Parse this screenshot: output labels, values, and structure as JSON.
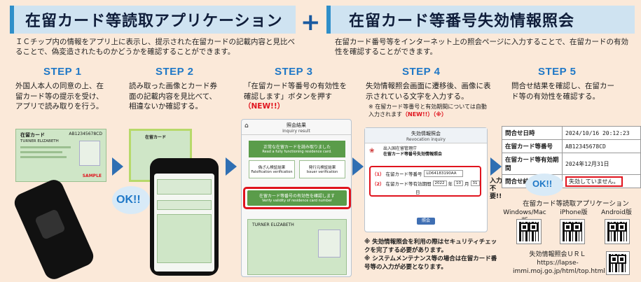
{
  "header": {
    "left_title": "在留カード等読取アプリケーション",
    "right_title": "在留カード等番号失効情報照会",
    "plus": "+",
    "left_intro": "ＩＣチップ内の情報をアプリ上に表示し、提示された在留カードの記載内容と見比べることで、偽変造されたものかどうかを確認することができます。",
    "right_intro": "在留カード番号等をインターネット上の照会ページに入力することで、在留カードの有効性を確認することができます。"
  },
  "steps": [
    {
      "label": "STEP 1",
      "text": "外国人本人の同意の上、在留カード等の提示を受け、アプリで読み取りを行う。"
    },
    {
      "label": "STEP 2",
      "text": "読み取った画像とカード券面の記載内容を見比べて、相違ないか確認する。"
    },
    {
      "label": "STEP 3",
      "text": "「在留カード等番号の有効性を確認します」ボタンを押す",
      "new": "（NEW!!）"
    },
    {
      "label": "STEP 4",
      "text": "失効情報照会画面に遷移後、画像に表示されている文字を入力する。",
      "note": "※ 在留カード等番号と有効期間については自動入力されます",
      "new": "（NEW!!）",
      "note_end": "（※）"
    },
    {
      "label": "STEP 5",
      "text": "問合せ結果を確認し、在留カード等の有効性を確認する。"
    }
  ],
  "ok_label": "OK!!",
  "card_sample": {
    "title": "在留カード",
    "number": "AB12345678CD",
    "name": "TURNER ELIZABETH",
    "sample": "SAMPLE"
  },
  "step3_screen": {
    "header": "照会結果",
    "header_en": "Inquiry result",
    "ok_text": "正常な在留カードを読み取りました",
    "ok_text_en": "Read a fully functioning residence card.",
    "verify1": "偽ざん検証結果",
    "verify1_en": "Falsification verification",
    "verify2": "発行元検証結果",
    "verify2_en": "Issuer verification",
    "button": "在留カード等番号の有効性を確認します",
    "button_en": "Verify validity of residence card number"
  },
  "step4_screen": {
    "title": "失効情報照会",
    "title_en": "Revocation inquiry",
    "agency": "出入国在留管理庁",
    "subtitle": "在留カード等番号失効情報照会",
    "field1_num": "（1）",
    "field1_label": "在留カード等番号",
    "field1_value": "LD64183190AA",
    "field2_num": "（2）",
    "field2_label": "在留カード等有効期間",
    "year": "2022",
    "month": "10",
    "day": "31",
    "unit_year": "年",
    "unit_month": "月",
    "unit_day": "日",
    "side_note": "入力不要!!",
    "submit": "照会"
  },
  "step4_notes": [
    "※ 失効情報照会を利用の際はセキュリティチェックを完了する必要があります。",
    "※ システムメンテナンス等の場合は在留カード番号等の入力が必要となります。"
  ],
  "results": [
    {
      "key": "問合せ日時",
      "value": "2024/10/16 20:12:23"
    },
    {
      "key": "在留カード等番号",
      "value": "AB12345678CD"
    },
    {
      "key": "在留カード等有効期間",
      "value": "2024年12月31日"
    },
    {
      "key": "問合せ結果",
      "value": "失効していません。"
    }
  ],
  "apps": {
    "title": "在留カード等読取アプリケーション",
    "labels": [
      "Windows/Mac版",
      "iPhone版",
      "Android版"
    ],
    "url_title": "失効情報照会ＵＲＬ",
    "url_line1": "https://lapse-",
    "url_line2": "immi.moj.go.jp/html/top.html"
  },
  "colors": {
    "accent": "#1f78c7",
    "background": "#fbe9d9",
    "header": "#cfe3f1",
    "red": "#e0141e",
    "green": "#5a9c4a"
  }
}
